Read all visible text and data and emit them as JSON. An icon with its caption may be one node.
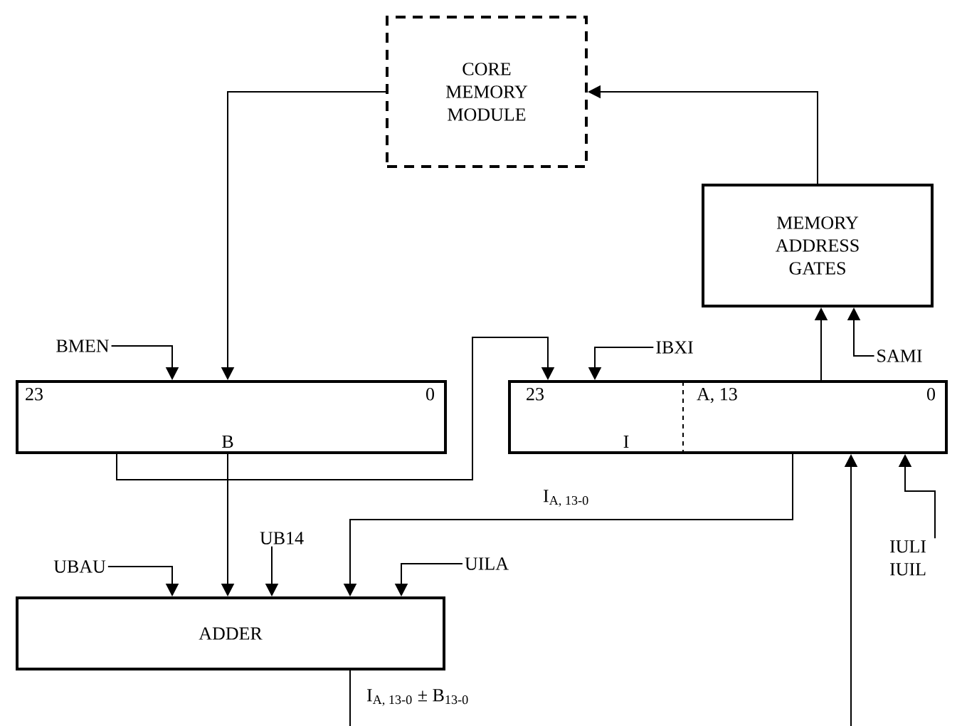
{
  "diagram": {
    "nodes": [
      {
        "text": [
          "CORE MEMORY MODULE"
        ]
      },
      {
        "text": [
          "MEMORY ADDRESS GATES"
        ]
      },
      {
        "text": [
          "23",
          "0",
          "B"
        ]
      },
      {
        "text": [
          "23",
          "A, 13",
          "0",
          "I"
        ]
      },
      {
        "text": [
          "ADDER"
        ]
      },
      {
        "text": [
          "BMEN"
        ]
      },
      {
        "text": [
          "IBXI"
        ]
      },
      {
        "text": [
          "SAMI"
        ]
      },
      {
        "text": [
          "UBAU"
        ]
      },
      {
        "text": [
          "UB14"
        ]
      },
      {
        "text": [
          "UILA"
        ]
      },
      {
        "text": [
          "IULI",
          "IUIL"
        ]
      }
    ],
    "edges": [
      {
        "from": 0,
        "to": 2,
        "arrow": "to"
      },
      {
        "from": 1,
        "to": 0,
        "arrow": "to"
      },
      {
        "from": 3,
        "to": 1,
        "arrow": "to"
      },
      {
        "from": 7,
        "to": 1,
        "arrow": "to"
      },
      {
        "from": 5,
        "to": 2,
        "arrow": "to"
      },
      {
        "from": 6,
        "to": 3,
        "arrow": "to"
      },
      {
        "from": 2,
        "to": 3,
        "arrow": "to"
      },
      {
        "from": 2,
        "to": 4,
        "arrow": "to"
      },
      {
        "from": 3,
        "to": 4,
        "arrow": "to",
        "label": "I$_{A, 13-0}$"
      },
      {
        "from": 4,
        "to": null,
        "arrow": "none",
        "label": "I$_{A, 13-0}$ ± B$_{13-0}$"
      },
      {
        "from": null,
        "to": 3,
        "arrow": "to"
      },
      {
        "from": 11,
        "to": 3,
        "arrow": "to"
      },
      {
        "from": 8,
        "to": 4,
        "arrow": "to"
      },
      {
        "from": 9,
        "to": 4,
        "arrow": "to"
      },
      {
        "from": 10,
        "to": 4,
        "arrow": "to"
      }
    ]
  }
}
